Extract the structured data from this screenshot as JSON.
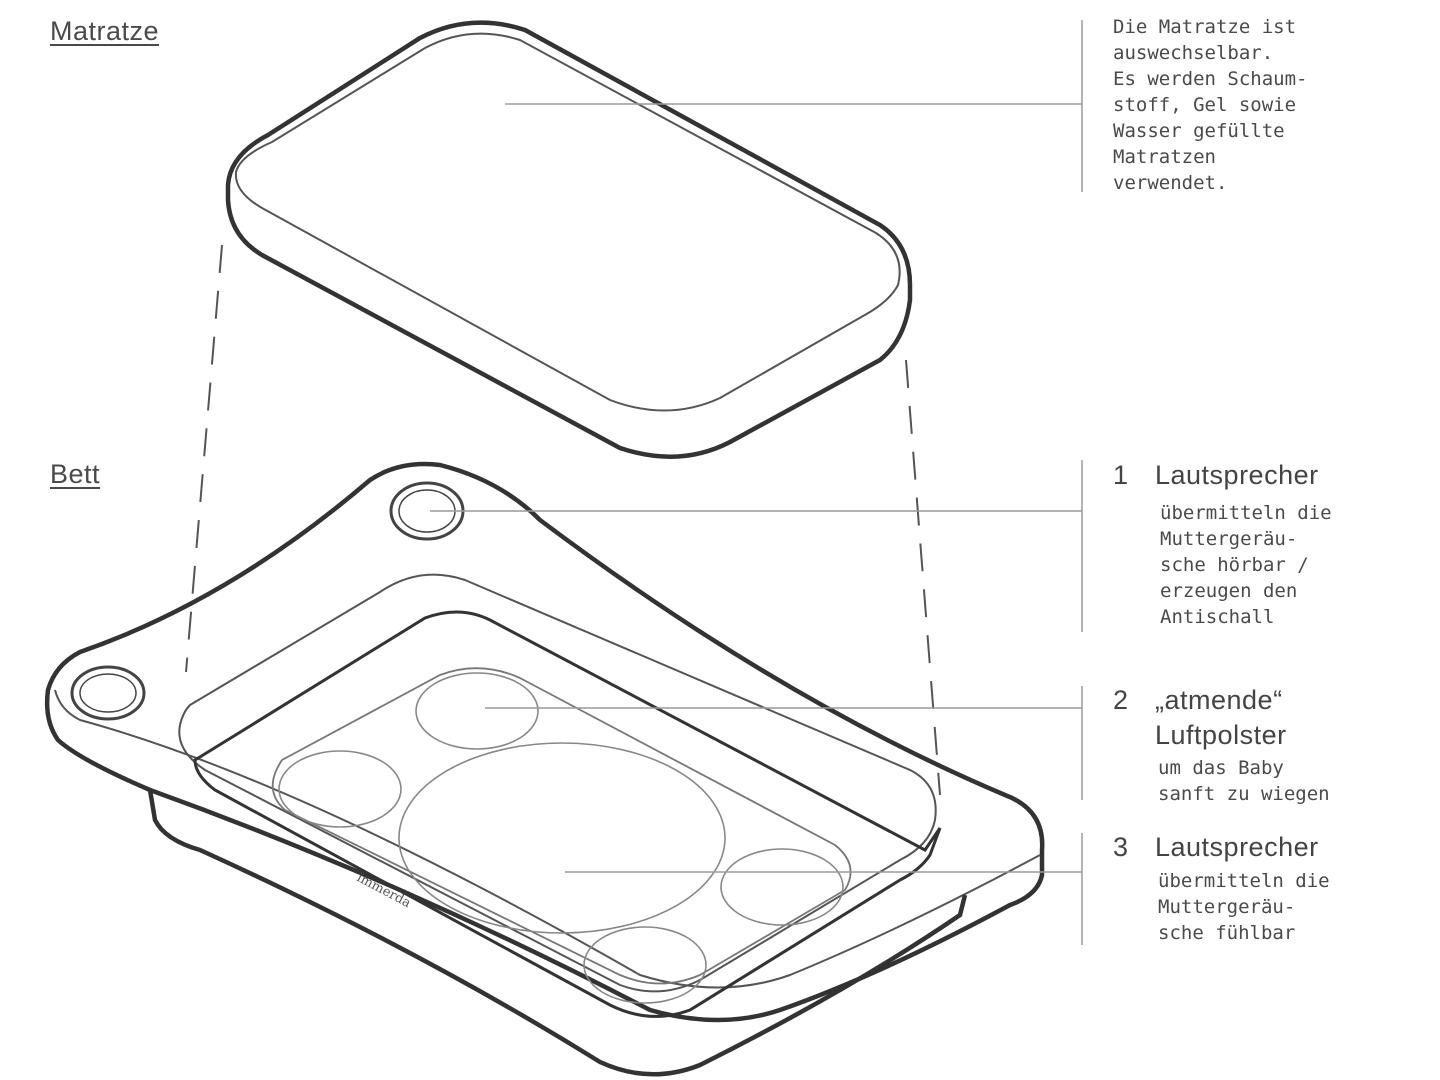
{
  "labels": {
    "mattress_title": "Matratze",
    "bed_title": "Bett",
    "brand": "immerda"
  },
  "mattress_note": "Die Matratze ist\nauswechselbar.\nEs werden Schaum-\nstoff, Gel sowie\nWasser gefüllte\nMatratzen\nverwendet.",
  "features": [
    {
      "number": "1",
      "title": "Lautsprecher",
      "text": "übermitteln die\nMuttergeräu-\nsche hörbar /\nerzeugen den\nAntischall"
    },
    {
      "number": "2",
      "title": "„atmende“\nLuftpolster",
      "text": "um das Baby\nsanft zu wiegen"
    },
    {
      "number": "3",
      "title": "Lautsprecher",
      "text": "übermitteln die\nMuttergeräu-\nsche fühlbar"
    }
  ],
  "colors": {
    "outline": "#3a3a3a",
    "thin_line": "#9a9a9a",
    "inner_line": "#6a6a6a"
  }
}
